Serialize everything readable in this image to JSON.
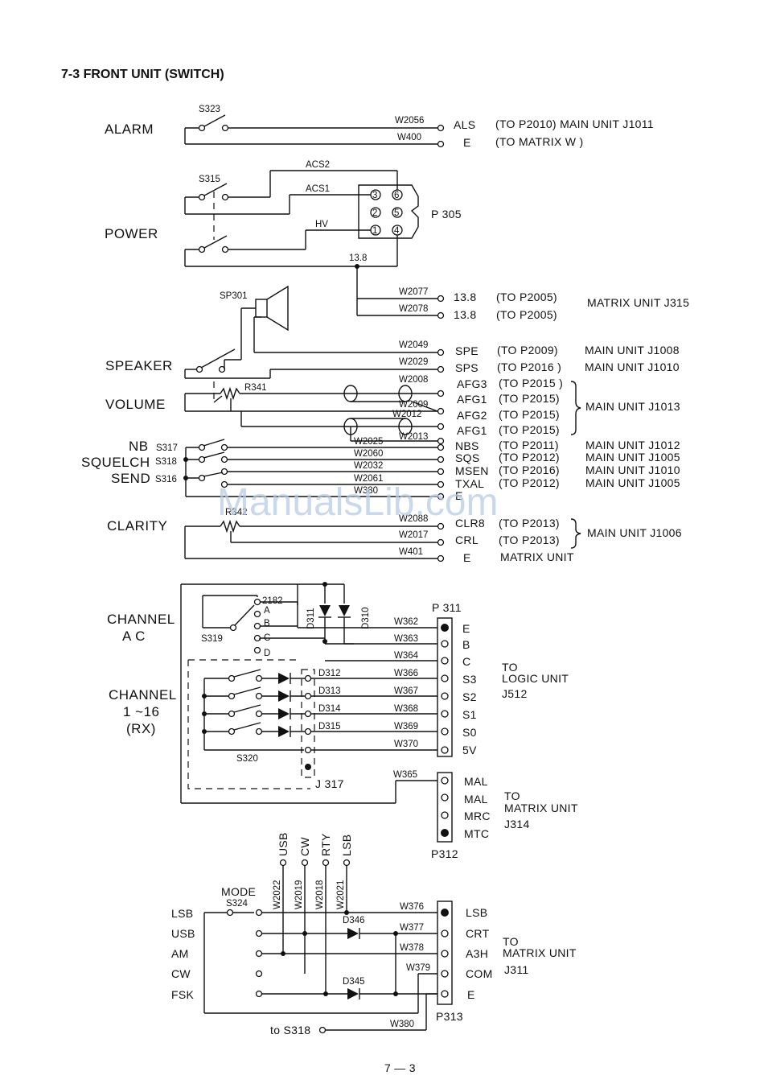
{
  "page_title": "7-3 FRONT UNIT (SWITCH)",
  "page_number": "7 — 3",
  "watermark": "ManualsLib.com",
  "colors": {
    "ink": "#111111",
    "paper": "#ffffff",
    "watermark": "#b9cbe6"
  },
  "sections": {
    "alarm": "ALARM",
    "power": "POWER",
    "speaker": "SPEAKER",
    "volume": "VOLUME",
    "nb": "NB",
    "squelch": "SQUELCH",
    "send": "SEND",
    "clarity": "CLARITY",
    "channel_ac_1": "CHANNEL",
    "channel_ac_2": "A  C",
    "channel_116_1": "CHANNEL",
    "channel_116_2": "1 ~16",
    "channel_116_3": "(RX)",
    "mode": "MODE"
  },
  "parts": {
    "s323": "S323",
    "s315": "S315",
    "sp301": "SP301",
    "r341": "R341",
    "s317": "S317",
    "s318": "S318",
    "s316": "S316",
    "r342": "R342",
    "s319": "S319",
    "s320": "S320",
    "s324": "S324",
    "p305": "P 305",
    "p311": "P 311",
    "p312": "P312",
    "p313": "P313",
    "j317": "J 317",
    "d310": "D310",
    "d311": "D311",
    "d312": "D312",
    "d313": "D313",
    "d314": "D314",
    "d315": "D315",
    "d345": "D345",
    "d346": "D346",
    "acs2": "ACS2",
    "acs1": "ACS1",
    "hv": "HV",
    "v138": "13.8",
    "w2182": "2182",
    "sw_a": "A",
    "sw_b": "B",
    "sw_c": "C",
    "sw_d": "D",
    "pin1": "1",
    "pin2": "2",
    "pin3": "3",
    "pin4": "4",
    "pin5": "5",
    "pin6": "6"
  },
  "rows": [
    {
      "wire": "W2056",
      "signal": "ALS",
      "dest": "(TO P2010) MAIN UNIT  J1011"
    },
    {
      "wire": "W400",
      "signal": "E",
      "dest": "(TO MATRIX  W )"
    },
    {
      "wire": "W2077",
      "signal": "13.8",
      "dest": "(TO P2005)"
    },
    {
      "wire": "W2078",
      "signal": "13.8",
      "dest": "(TO P2005)"
    },
    {
      "wire": "W2049",
      "signal": "SPE",
      "dest": "(TO P2009)"
    },
    {
      "wire": "W2029",
      "signal": "SPS",
      "dest": "(TO P2016 )"
    },
    {
      "wire": "W2008",
      "signal": "AFG3",
      "dest": "(TO P2015 )"
    },
    {
      "wire": "W2009",
      "signal": "AFG1",
      "dest": "(TO P2015)"
    },
    {
      "wire": "W2012",
      "signal": "AFG2",
      "dest": "(TO P2015)"
    },
    {
      "wire": "W2013",
      "signal": "AFG1",
      "dest": "(TO P2015)"
    },
    {
      "wire": "W2025",
      "signal": "NBS",
      "dest": "(TO P2011)"
    },
    {
      "wire": "W2060",
      "signal": "SQS",
      "dest": "(TO P2012)"
    },
    {
      "wire": "W2032",
      "signal": "MSEN",
      "dest": "(TO P2016)"
    },
    {
      "wire": "W2061",
      "signal": "TXAL",
      "dest": "(TO P2012)"
    },
    {
      "wire": "W380",
      "signal": "E",
      "dest": ""
    },
    {
      "wire": "W2088",
      "signal": "CLR8",
      "dest": "(TO P2013)"
    },
    {
      "wire": "W2017",
      "signal": "CRL",
      "dest": "(TO P2013)"
    },
    {
      "wire": "W401",
      "signal": "E",
      "dest": "MATRIX  UNIT"
    }
  ],
  "units": {
    "matrix_j315": "MATRIX  UNIT  J315",
    "main_j1008": "MAIN  UNIT  J1008",
    "main_j1010a": "MAIN  UNIT  J1010",
    "main_j1013": "MAIN  UNIT  J1013",
    "main_j1012": "MAIN  UNIT  J1012",
    "main_j1005a": "MAIN  UNIT  J1005",
    "main_j1010b": "MAIN  UNIT  J1010",
    "main_j1005b": "MAIN  UNIT  J1005",
    "main_j1006": "MAIN  UNIT  J1006"
  },
  "p311_block": {
    "wires": [
      "W362",
      "W363",
      "W364",
      "W366",
      "W367",
      "W368",
      "W369",
      "W370"
    ],
    "pins": [
      "E",
      "B",
      "C",
      "S3",
      "S2",
      "S1",
      "S0",
      "5V"
    ],
    "dest_1": "TO",
    "dest_2": "LOGIC  UNIT",
    "dest_3": "J512"
  },
  "p312_block": {
    "wire": "W365",
    "pins": [
      "MAL",
      "MAL",
      "MRC",
      "MTC"
    ],
    "dest_1": "TO",
    "dest_2": "MATRIX  UNIT",
    "dest_3": "J314"
  },
  "mode_block": {
    "positions": [
      "LSB",
      "USB",
      "AM",
      "CW",
      "FSK"
    ],
    "top_signals": [
      "USB",
      "CW",
      "RTY",
      "LSB"
    ],
    "top_wires": [
      "W2022",
      "W2019",
      "W2018",
      "W2021"
    ],
    "wires": [
      "W376",
      "W377",
      "W378",
      "W379"
    ],
    "pins": [
      "LSB",
      "CRT",
      "A3H",
      "COM",
      "E"
    ],
    "dest_1": "TO",
    "dest_2": "MATRIX  UNIT",
    "dest_3": "J311",
    "bottom_from": "to S318",
    "bottom_wire": "W380"
  }
}
